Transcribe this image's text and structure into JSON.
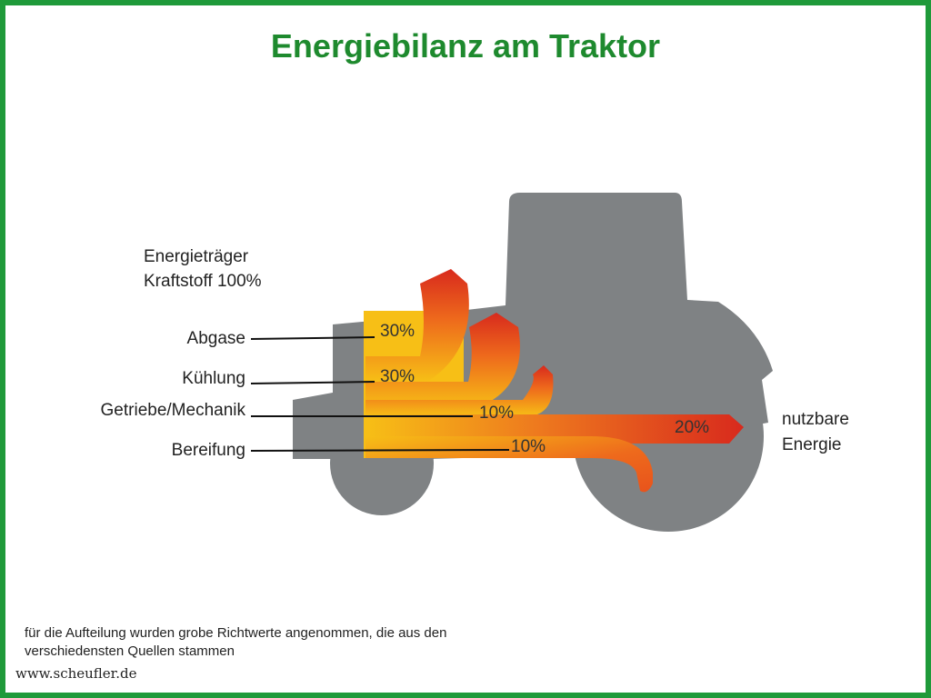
{
  "title": "Energiebilanz am Traktor",
  "source_label": {
    "line1": "Energieträger",
    "line2": "Kraftstoff 100%"
  },
  "flows": [
    {
      "name": "Abgase",
      "percent": "30%"
    },
    {
      "name": "Kühlung",
      "percent": "30%"
    },
    {
      "name": "Getriebe/Mechanik",
      "percent": "10%"
    },
    {
      "name": "Bereifung",
      "percent": "10%"
    }
  ],
  "output": {
    "line1": "nutzbare",
    "line2": "Energie",
    "percent": "20%"
  },
  "note": "für die Aufteilung wurden grobe Richtwerte angenommen, die aus den verschiedensten Quellen stammen",
  "footer": "www.scheufler.de",
  "colors": {
    "frame": "#1f9a3a",
    "title": "#1e8a2e",
    "tractor": "#7f8284",
    "flow_yellow": "#f7bf16",
    "flow_orange": "#ee6a1c",
    "flow_red": "#d82a1d"
  }
}
